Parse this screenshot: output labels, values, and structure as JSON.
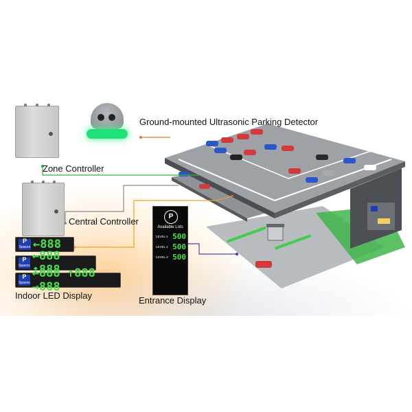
{
  "labels": {
    "detector": "Ground-mounted Ultrasonic Parking Detector",
    "zone_controller": "Zone Controller",
    "central_controller": "Central Controller",
    "indoor_led": "Indoor LED Display",
    "entrance_display": "Entrance Display"
  },
  "led_displays": [
    {
      "p": "P",
      "sub": "Spaces",
      "text": "←888"
    },
    {
      "p": "P",
      "sub": "Spaces",
      "text": "←888 ↑888"
    },
    {
      "p": "P",
      "sub": "Spaces",
      "text": "←888 ↑888 →888"
    }
  ],
  "entrance": {
    "logo": "P",
    "title": "Available Lots",
    "levels": [
      {
        "label": "LEVEL 1",
        "value": "500"
      },
      {
        "label": "LEVEL 2",
        "value": "500"
      },
      {
        "label": "LEVEL 3",
        "value": "500"
      }
    ]
  },
  "colors": {
    "led_green": "#46e24a",
    "p_blue": "#1f3fb0",
    "detector_line": "#e07b2a",
    "zone_line": "#35b040",
    "central_line": "#8a8a8a",
    "entrance_line": "#f0a020",
    "entrance_link": "#5a3fb0"
  }
}
